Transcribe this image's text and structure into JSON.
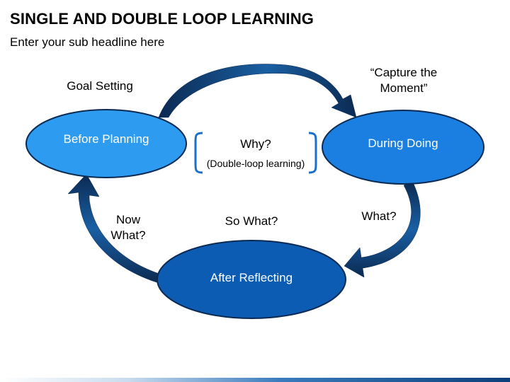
{
  "title": "SINGLE AND DOUBLE LOOP LEARNING",
  "subtitle": "Enter your sub headline here",
  "nodes": {
    "before": {
      "label": "Before Planning",
      "fill": "#2d9bf0"
    },
    "during": {
      "label": "During Doing",
      "fill": "#1a7fe0"
    },
    "after": {
      "label": "After Reflecting",
      "fill": "#0d5cb4"
    }
  },
  "labels": {
    "goal_setting": "Goal Setting",
    "capture_moment": "“Capture the Moment”",
    "what": "What?",
    "so_what": "So What?",
    "now_what": "Now What?"
  },
  "center": {
    "line1": "Why?",
    "line2": "(Double-loop learning)"
  },
  "colors": {
    "arrow_dark": "#0b2a52",
    "arrow_mid": "#1a5fa3",
    "node_border": "#0b2a52",
    "bracket": "#1a6fc9"
  }
}
